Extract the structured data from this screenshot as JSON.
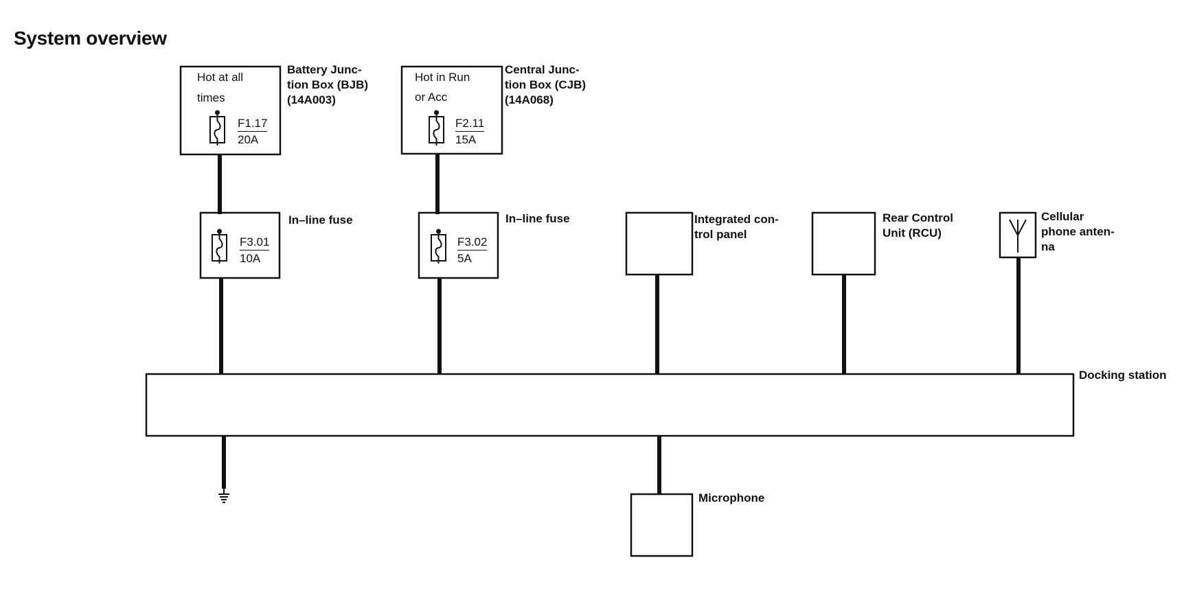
{
  "title": "System overview",
  "bjb": {
    "inner_line1": "Hot at all",
    "inner_line2": "times",
    "fuse_id": "F1.17",
    "fuse_rating": "20A",
    "label_line1": "Battery Junc-",
    "label_line2": "tion Box (BJB)",
    "label_line3": "(14A003)"
  },
  "cjb": {
    "inner_line1": "Hot in Run",
    "inner_line2": "or Acc",
    "fuse_id": "F2.11",
    "fuse_rating": "15A",
    "label_line1": "Central Junc-",
    "label_line2": "tion Box (CJB)",
    "label_line3": "(14A068)"
  },
  "inline_fuse_1": {
    "fuse_id": "F3.01",
    "fuse_rating": "10A",
    "label": "In–line fuse"
  },
  "inline_fuse_2": {
    "fuse_id": "F3.02",
    "fuse_rating": "5A",
    "label": "In–line fuse"
  },
  "integrated_control_panel": {
    "label_line1": "Integrated con-",
    "label_line2": "trol panel"
  },
  "rear_control_unit": {
    "label_line1": "Rear Control",
    "label_line2": "Unit (RCU)"
  },
  "cellular_antenna": {
    "label_line1": "Cellular",
    "label_line2": "phone anten-",
    "label_line3": "na"
  },
  "docking_station": {
    "label": "Docking station"
  },
  "microphone": {
    "label": "Microphone"
  }
}
